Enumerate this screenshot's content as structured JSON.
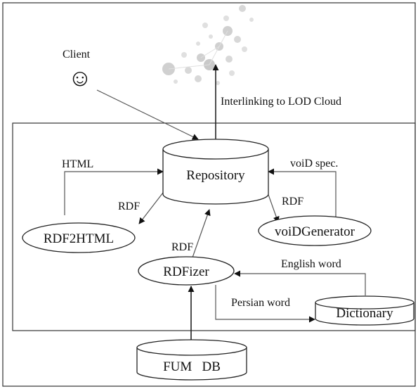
{
  "labels": {
    "client": "Client",
    "client_glyph": "☺",
    "interlinking": "Interlinking to LOD Cloud",
    "repository": "Repository",
    "rdf2html": "RDF2HTML",
    "voidgenerator": "voiDGenerator",
    "rdfizer": "RDFizer",
    "dictionary": "Dictionary",
    "fum_db": "FUM   DB"
  },
  "edges": {
    "html": "HTML",
    "rdf_repo_to_rdf2html": "RDF",
    "rdf_repo_to_void": "RDF",
    "rdf_rdfizer_to_repo": "RDF",
    "void_spec": "voiD spec.",
    "english_word": "English word",
    "persian_word": "Persian word"
  },
  "icons": [
    "smiley-icon",
    "lod-cloud-icon",
    "database-icon"
  ]
}
